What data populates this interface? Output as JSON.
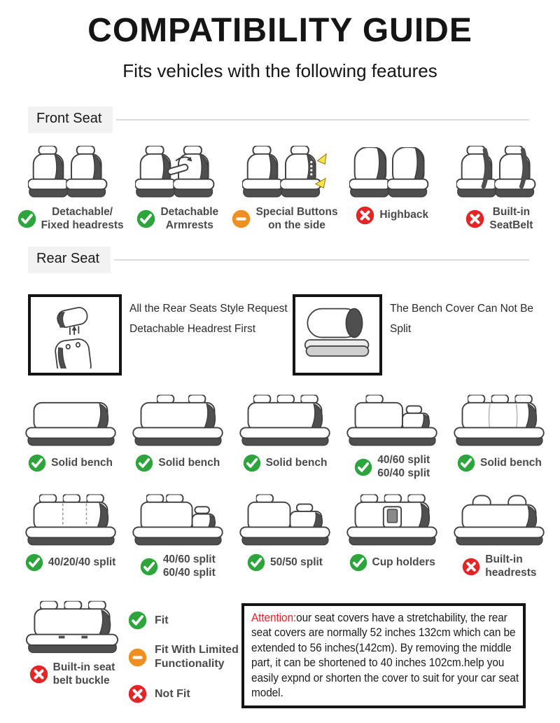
{
  "title": "COMPATIBILITY GUIDE",
  "subtitle": "Fits vehicles with the following features",
  "sections": {
    "front_label": "Front Seat",
    "rear_label": "Rear Seat"
  },
  "status_colors": {
    "fit": "#2ea53c",
    "fit_limited": "#ef8f1f",
    "not_fit": "#e32526"
  },
  "front_items": [
    {
      "label": "Detachable/\nFixed headrests",
      "status": "fit",
      "icon": "front-seats-headrests-icon"
    },
    {
      "label": "Detachable\nArmrests",
      "status": "fit",
      "icon": "front-seats-armrest-icon"
    },
    {
      "label": "Special Buttons\non the side",
      "status": "fit_limited",
      "icon": "front-seats-side-buttons-icon"
    },
    {
      "label": "Highback",
      "status": "not_fit",
      "icon": "front-seats-highback-icon"
    },
    {
      "label": "Built-in\nSeatBelt",
      "status": "not_fit",
      "icon": "front-seats-builtin-seatbelt-icon"
    }
  ],
  "rear_notes": [
    {
      "text": "All the Rear Seats Style Request\nDetachable Headrest First",
      "icon": "detachable-headrest-icon"
    },
    {
      "text": "The Bench Cover Can Not Be\nSplit",
      "icon": "bench-cover-roll-icon"
    }
  ],
  "rear_row1": [
    {
      "label": "Solid bench",
      "status": "fit",
      "icon": "bench-plain-icon"
    },
    {
      "label": "Solid bench",
      "status": "fit",
      "icon": "bench-2-headrests-icon"
    },
    {
      "label": "Solid bench",
      "status": "fit",
      "icon": "bench-3-headrests-icon"
    },
    {
      "label": "40/60 split\n60/40 split",
      "status": "fit",
      "icon": "bench-4060-split-icon"
    },
    {
      "label": "Solid bench",
      "status": "fit",
      "icon": "bench-3-headrests-seams-icon"
    }
  ],
  "rear_row2": [
    {
      "label": "40/20/40 split",
      "status": "fit",
      "icon": "bench-402040-split-icon"
    },
    {
      "label": "40/60 split\n60/40 split",
      "status": "fit",
      "icon": "bench-4060-split-2hr-icon"
    },
    {
      "label": "50/50 split",
      "status": "fit",
      "icon": "bench-5050-split-icon"
    },
    {
      "label": "Cup holders",
      "status": "fit",
      "icon": "bench-cup-holders-icon"
    },
    {
      "label": "Built-in\nheadrests",
      "status": "not_fit",
      "icon": "bench-builtin-headrests-icon"
    }
  ],
  "bottom": {
    "item": {
      "label": "Built-in seat\nbelt buckle",
      "status": "not_fit",
      "icon": "bench-belt-buckle-icon"
    },
    "legend": [
      {
        "label": "Fit",
        "status": "fit",
        "icon": "fit-check-icon"
      },
      {
        "label": "Fit With Limited\nFunctionality",
        "status": "fit_limited",
        "icon": "limited-dash-icon"
      },
      {
        "label": "Not Fit",
        "status": "not_fit",
        "icon": "not-fit-x-icon"
      }
    ],
    "attention": {
      "label": "Attention:",
      "text": "our seat covers have a stretchability, the rear seat covers are normally 52 inches 132cm which can be extended to 56 inches(142cm). By removing the middle part,  it can be shortened to 40 inches 102cm.help you easily expnd or shorten the cover to suit for your car seat model."
    }
  }
}
